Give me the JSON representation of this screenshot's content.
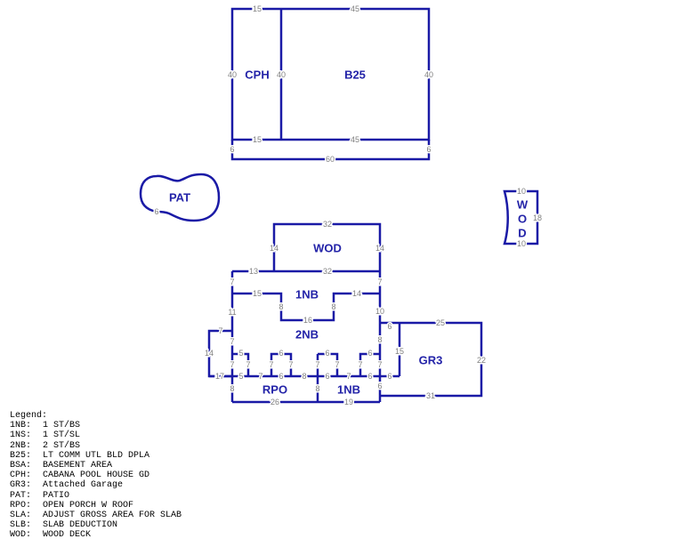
{
  "labels": {
    "cph": "CPH",
    "b25": "B25",
    "pat": "PAT",
    "wod": "WOD",
    "wod_small": [
      "W",
      "O",
      "D"
    ],
    "nb1_upper": "1NB",
    "nb2": "2NB",
    "gr3": "GR3",
    "rpo": "RPO",
    "nb1_lower": "1NB"
  },
  "dims": [
    "15",
    "45",
    "40",
    "40",
    "40",
    "15",
    "45",
    "6",
    "6",
    "60",
    "6",
    "10",
    "18",
    "10",
    "32",
    "14",
    "14",
    "13",
    "32",
    "7",
    "7",
    "15",
    "14",
    "8",
    "8",
    "16",
    "11",
    "10",
    "7",
    "6",
    "25",
    "7",
    "8",
    "14",
    "15",
    "22",
    "5",
    "6",
    "6",
    "6",
    "7",
    "7",
    "7",
    "7",
    "7",
    "7",
    "7",
    "7",
    "17",
    "5",
    "7",
    "6",
    "8",
    "6",
    "7",
    "6",
    "6",
    "8",
    "8",
    "6",
    "31",
    "26",
    "19"
  ],
  "legend": {
    "title": "Legend:",
    "items": [
      {
        "code": "1NB:",
        "desc": "1 ST/BS"
      },
      {
        "code": "1NS:",
        "desc": "1 ST/SL"
      },
      {
        "code": "2NB:",
        "desc": "2 ST/BS"
      },
      {
        "code": "B25:",
        "desc": "LT COMM UTL BLD DPLA"
      },
      {
        "code": "BSA:",
        "desc": "BASEMENT AREA"
      },
      {
        "code": "CPH:",
        "desc": "CABANA POOL HOUSE GD"
      },
      {
        "code": "GR3:",
        "desc": "Attached Garage"
      },
      {
        "code": "PAT:",
        "desc": "PATIO"
      },
      {
        "code": "RPO:",
        "desc": "OPEN PORCH W ROOF"
      },
      {
        "code": "SLA:",
        "desc": "ADJUST GROSS AREA FOR SLAB"
      },
      {
        "code": "SLB:",
        "desc": "SLAB DEDUCTION"
      },
      {
        "code": "WOD:",
        "desc": "WOOD DECK"
      }
    ]
  },
  "colors": {
    "line": "#1a1aa6",
    "label": "#2323a8",
    "dim": "#808080"
  }
}
